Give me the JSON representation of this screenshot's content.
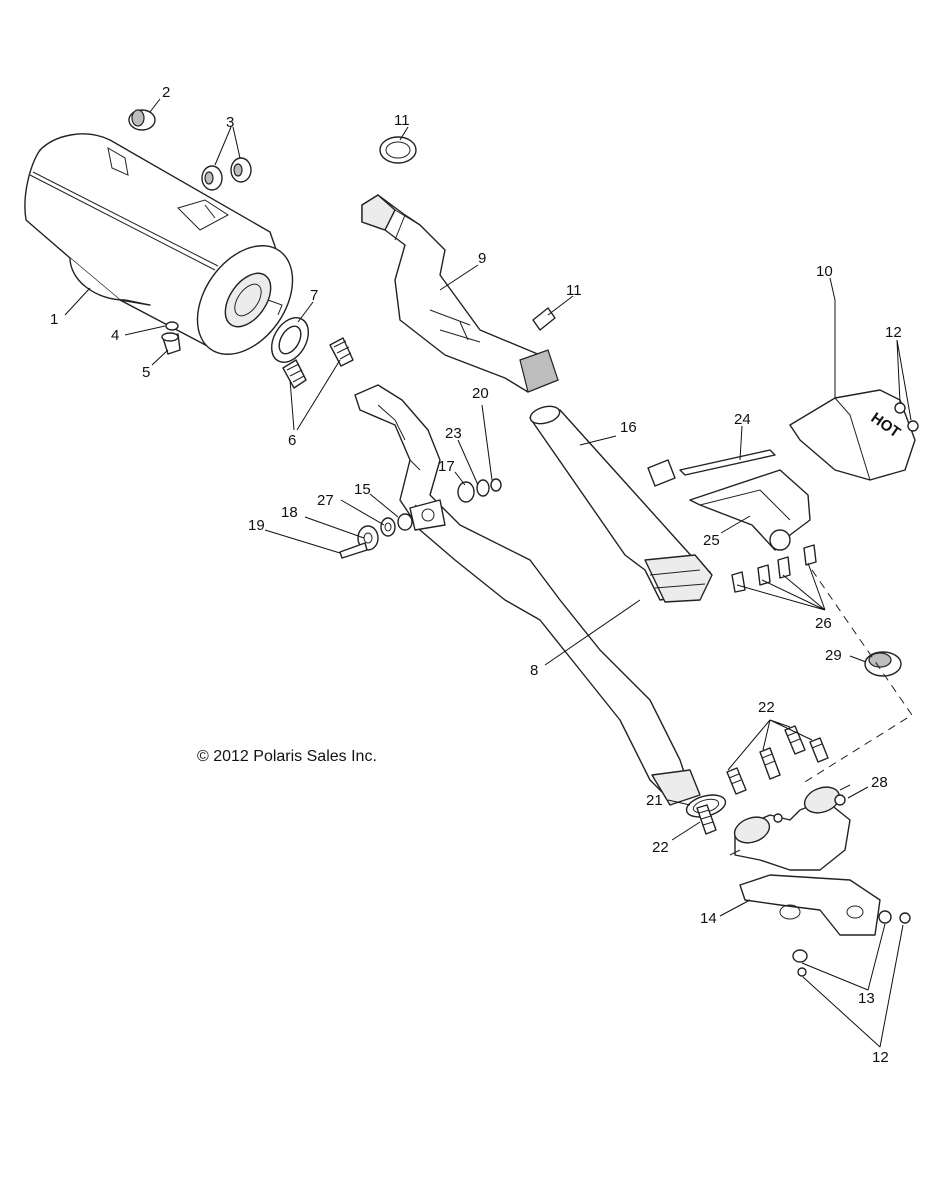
{
  "copyright": "© 2012 Polaris Sales Inc.",
  "callouts": [
    {
      "id": "c1",
      "label": "1"
    },
    {
      "id": "c2",
      "label": "2"
    },
    {
      "id": "c3",
      "label": "3"
    },
    {
      "id": "c4",
      "label": "4"
    },
    {
      "id": "c5",
      "label": "5"
    },
    {
      "id": "c6",
      "label": "6"
    },
    {
      "id": "c7",
      "label": "7"
    },
    {
      "id": "c8",
      "label": "8"
    },
    {
      "id": "c9",
      "label": "9"
    },
    {
      "id": "c10",
      "label": "10"
    },
    {
      "id": "c11a",
      "label": "11"
    },
    {
      "id": "c11b",
      "label": "11"
    },
    {
      "id": "c12a",
      "label": "12"
    },
    {
      "id": "c12b",
      "label": "12"
    },
    {
      "id": "c13",
      "label": "13"
    },
    {
      "id": "c14",
      "label": "14"
    },
    {
      "id": "c15",
      "label": "15"
    },
    {
      "id": "c16",
      "label": "16"
    },
    {
      "id": "c17",
      "label": "17"
    },
    {
      "id": "c18",
      "label": "18"
    },
    {
      "id": "c19",
      "label": "19"
    },
    {
      "id": "c20",
      "label": "20"
    },
    {
      "id": "c21",
      "label": "21"
    },
    {
      "id": "c22a",
      "label": "22"
    },
    {
      "id": "c22b",
      "label": "22"
    },
    {
      "id": "c23",
      "label": "23"
    },
    {
      "id": "c24",
      "label": "24"
    },
    {
      "id": "c25",
      "label": "25"
    },
    {
      "id": "c26",
      "label": "26"
    },
    {
      "id": "c27",
      "label": "27"
    },
    {
      "id": "c28",
      "label": "28"
    },
    {
      "id": "c29",
      "label": "29"
    }
  ],
  "heat_shield_text": "HOT"
}
